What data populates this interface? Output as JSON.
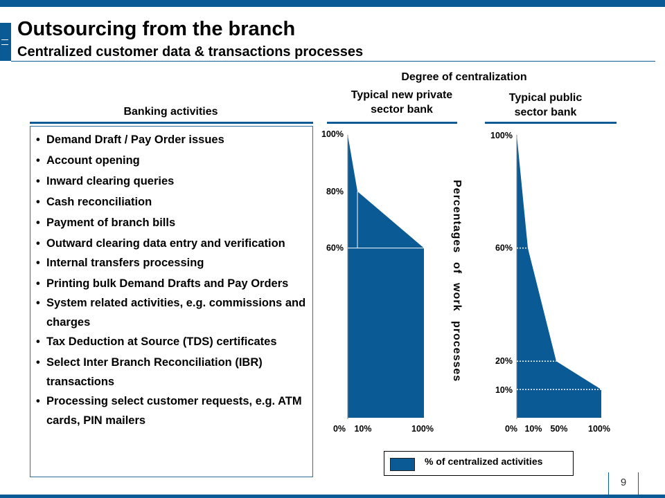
{
  "header": {
    "title": "Outsourcing from the branch",
    "subtitle": "Centralized customer data & transactions processes"
  },
  "activities": {
    "heading": "Banking activities",
    "items": [
      "Demand Draft / Pay Order issues",
      "Account opening",
      "Inward clearing queries",
      "Cash reconciliation",
      "Payment of branch bills",
      "Outward clearing data entry and verification",
      "Internal transfers processing",
      "Printing bulk Demand Drafts and Pay Orders",
      "System related activities, e.g. commissions and charges",
      "Tax Deduction at Source (TDS) certificates",
      "Select Inter Branch Reconciliation (IBR) transactions",
      "Processing select customer requests, e.g. ATM cards, PIN mailers"
    ]
  },
  "degree_heading": "Degree of centralization",
  "vertical_label": "Percentages of work processes",
  "legend": {
    "label": "% of centralized activities",
    "color": "#0a5a96"
  },
  "page_number": "9",
  "colors": {
    "accent": "#0a5a96",
    "fill": "#0a5a96"
  },
  "chart_data": [
    {
      "type": "area",
      "title": "Typical new private sector bank",
      "x_ticks": [
        "0%",
        "10%",
        "100%"
      ],
      "y_ticks": [
        "100%",
        "80%",
        "60%"
      ],
      "x": [
        0,
        10,
        100
      ],
      "y": [
        100,
        80,
        60
      ],
      "xlim": [
        0,
        100
      ],
      "ylim": [
        0,
        100
      ],
      "fill_color": "#0a5a96",
      "guide_lines": "solid"
    },
    {
      "type": "area",
      "title": "Typical public sector bank",
      "x_ticks": [
        "0%",
        "10%",
        "50%",
        "100%"
      ],
      "y_ticks": [
        "100%",
        "60%",
        "20%",
        "10%"
      ],
      "x": [
        0,
        10,
        50,
        100
      ],
      "y": [
        100,
        60,
        20,
        10
      ],
      "xlim": [
        0,
        100
      ],
      "ylim": [
        0,
        100
      ],
      "fill_color": "#0a5a96",
      "guide_lines": "dotted"
    }
  ]
}
